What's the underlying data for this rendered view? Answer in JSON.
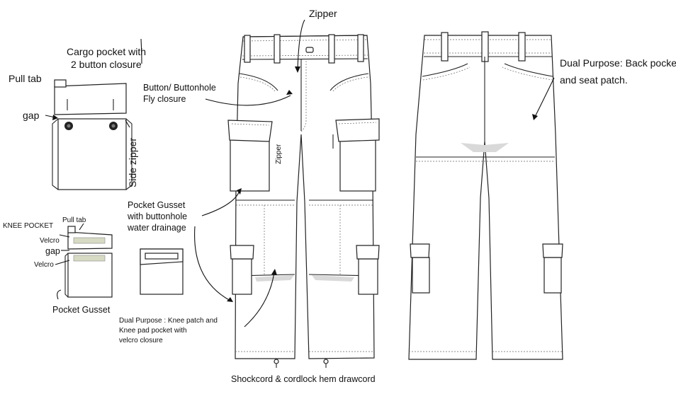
{
  "labels": {
    "zipper_top": "Zipper",
    "cargo_pocket_line1": "Cargo pocket with",
    "cargo_pocket_line2": "2 button closure",
    "pull_tab": "Pull tab",
    "gap": "gap",
    "side_zipper": "Side zipper",
    "button_fly_line1": "Button/ Buttonhole",
    "button_fly_line2": "Fly closure",
    "zipper_side": "Zipper",
    "dual_back_line1": "Dual Purpose:  Back pocket",
    "dual_back_line2": "and seat patch.",
    "gusset_line1": "Pocket Gusset",
    "gusset_line2": "with buttonhole",
    "gusset_line3": "water drainage",
    "knee_pocket": "KNEE POCKET",
    "pull_tab_small": "Pull tab",
    "velcro_1": "Velcro",
    "gap_small": "gap",
    "velcro_2": "Velcro",
    "pocket_gusset": "Pocket Gusset",
    "dual_knee_line1": "Dual Purpose :  Knee patch and",
    "dual_knee_line2": "Knee pad pocket with",
    "dual_knee_line3": "velcro closure",
    "hem": "Shockcord & cordlock hem drawcord"
  }
}
